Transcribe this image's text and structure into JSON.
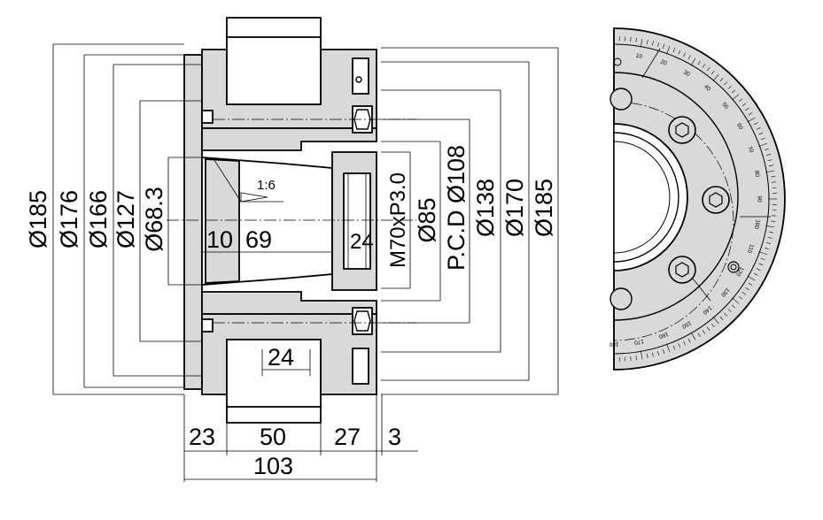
{
  "front_view": {
    "left_diameters": [
      "Ø185",
      "Ø176",
      "Ø166",
      "Ø127",
      "Ø68.3"
    ],
    "right_diameters": [
      "M70xP3.0",
      "Ø85",
      "P.C.D Ø108",
      "Ø138",
      "Ø170",
      "Ø185"
    ],
    "inner": {
      "depth_10": "10",
      "depth_69": "69",
      "taper": "1:6",
      "bore_24": "24",
      "slot_24": "24"
    },
    "bottom_dims": {
      "d23": "23",
      "d50": "50",
      "d27": "27",
      "d3": "3",
      "total": "103"
    }
  },
  "side_view": {
    "scale_labels": [
      "10",
      "20",
      "30",
      "40",
      "50",
      "60",
      "70",
      "80",
      "90",
      "100",
      "110",
      "120",
      "130",
      "140",
      "150",
      "160",
      "170",
      "180"
    ]
  }
}
